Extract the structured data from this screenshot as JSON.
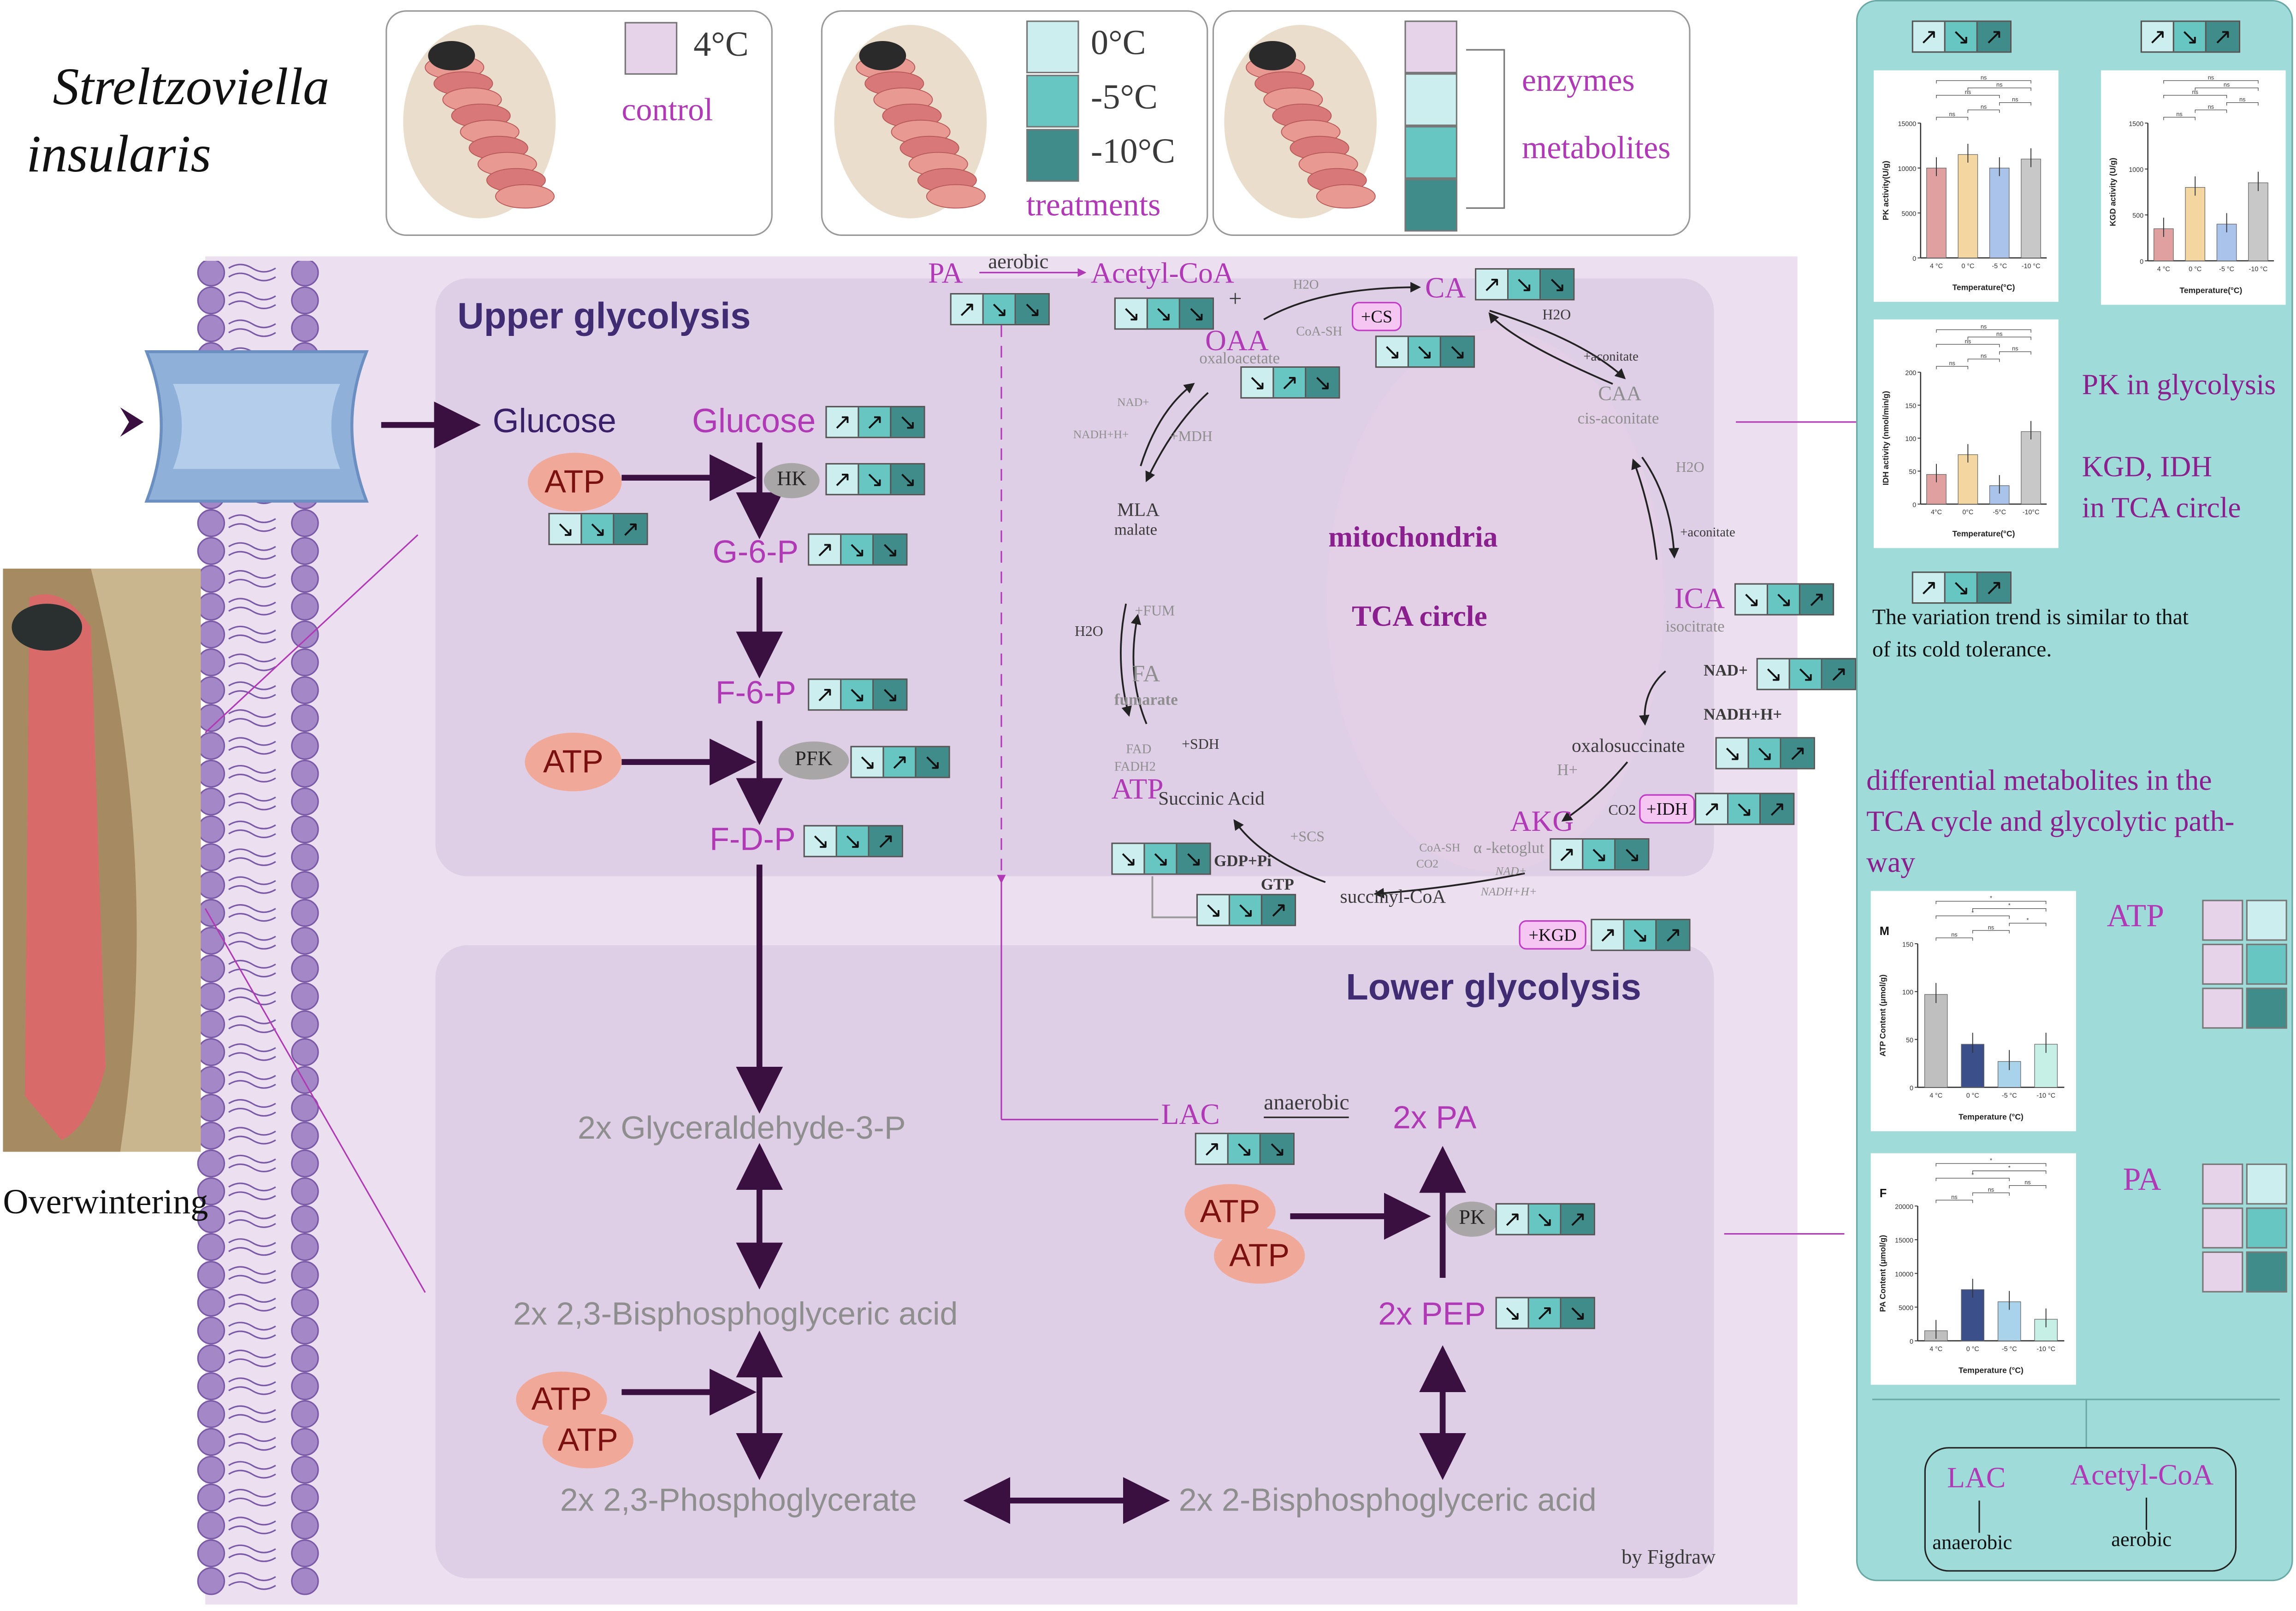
{
  "species": {
    "line1": "Streltzoviella",
    "line2": "insularis"
  },
  "legend": {
    "control_temp": "4°C",
    "control_label": "control",
    "treatments": [
      "0°C",
      "-5°C",
      "-10°C"
    ],
    "treatments_label": "treatments",
    "enzymes_label": "enzymes",
    "metabolites_label": "metabolites"
  },
  "overwintering": "Overwintering",
  "sections": {
    "upper": "Upper glycolysis",
    "lower": "Lower glycolysis",
    "mitochondria": "mitochondria",
    "tca": "TCA circle",
    "credit": "by Figdraw"
  },
  "glycolysis": {
    "glucose_out": "Glucose",
    "glucose_in": "Glucose",
    "atp": "ATP",
    "hk": "HK",
    "g6p": "G-6-P",
    "f6p": "F-6-P",
    "pfk": "PFK",
    "fdp": "F-D-P",
    "gap": "2x Glyceraldehyde-3-P",
    "bpga": "2x 2,3-Bisphosphoglyceric acid",
    "pga": "2x 2,3-Phosphoglycerate",
    "bpga2": "2x 2-Bisphosphoglyceric acid",
    "pep": "2x PEP",
    "pk": "PK",
    "pa2": "2x PA",
    "lac": "LAC",
    "anaerobic": "anaerobic"
  },
  "tca": {
    "pa": "PA",
    "aerobic": "aerobic",
    "acetyl": "Acetyl-CoA",
    "plus": "+",
    "oaa": "OAA",
    "oaa_sub": "oxaloacetate",
    "h2o": "H2O",
    "coash": "CoA-SH",
    "cs": "+CS",
    "ca": "CA",
    "aconitate": "+aconitate",
    "caa": "CAA",
    "caa_sub": "cis-aconitate",
    "aconitate2": "+aconitate",
    "ica": "ICA",
    "ica_sub": "isocitrate",
    "nad": "NAD+",
    "nadh": "NADH+H+",
    "oxalosuccinate": "oxalosuccinate",
    "hplus": "H+",
    "co2": "CO2",
    "idh": "+IDH",
    "akg": "AKG",
    "akg_sub": "α -ketoglut",
    "coash2": "CoA-SH",
    "co2b": "CO2",
    "nad2": "NAD+",
    "nadh2": "NADH+H+",
    "kgd": "+KGD",
    "succoa": "succinyl-CoA",
    "scs": "+SCS",
    "gdp": "GDP+Pi",
    "gtp": "GTP",
    "atp": "ATP",
    "succinic": "Succinic Acid",
    "fad": "FAD",
    "fadh": "FADH2",
    "sdh": "+SDH",
    "fa": "FA",
    "fa_sub": "fumarate",
    "fum": "+FUM",
    "mla": "MLA",
    "mla_sub": "malate",
    "mdh": "+MDH",
    "nad3": "NAD+",
    "nadh3": "NADH+H+"
  },
  "right_panel": {
    "note1": "PK in glycolysis",
    "note2a": "KGD, IDH",
    "note2b": "in TCA circle",
    "trend_a": "The variation trend is similar to that",
    "trend_b": "of its cold tolerance.",
    "diff_a": "differential metabolites in the",
    "diff_b": "TCA cycle and glycolytic path-",
    "diff_c": "way",
    "atp_label": "ATP",
    "pa_label": "PA",
    "lac": "LAC",
    "lac_sub": "anaerobic",
    "acetyl": "Acetyl-CoA",
    "acetyl_sub": "aerobic"
  },
  "chart_data": [
    {
      "type": "bar",
      "title": "",
      "ylabel": "PK activity(U/g)",
      "xlabel": "Temperature(°C)",
      "categories": [
        "4 °C",
        "0 °C",
        "-5 °C",
        "-10 °C"
      ],
      "values": [
        10000,
        11500,
        10000,
        11000
      ],
      "ylim": [
        0,
        15000
      ],
      "yticks": [
        "0",
        "5000",
        "10000",
        "15000"
      ],
      "colors": [
        "#e0a0a0",
        "#f4d6a0",
        "#a9c3ea",
        "#c8c8c8"
      ],
      "significance": [
        "ns",
        "ns",
        "ns",
        "ns",
        "ns",
        "ns"
      ]
    },
    {
      "type": "bar",
      "title": "",
      "ylabel": "KGD activity (U/g)",
      "xlabel": "Temperature(°C)",
      "categories": [
        "4 °C",
        "0 °C",
        "-5 °C",
        "-10 °C"
      ],
      "values": [
        350,
        800,
        400,
        850
      ],
      "ylim": [
        0,
        1500
      ],
      "yticks": [
        "0",
        "500",
        "1000",
        "1500"
      ],
      "colors": [
        "#e0a0a0",
        "#f4d6a0",
        "#a9c3ea",
        "#c8c8c8"
      ],
      "significance": [
        "ns",
        "ns",
        "ns",
        "ns",
        "ns",
        "ns"
      ]
    },
    {
      "type": "bar",
      "title": "",
      "ylabel": "IDH activity (nmol/min/g)",
      "xlabel": "Temperature(°C)",
      "categories": [
        "4°C",
        "0°C",
        "-5°C",
        "-10°C"
      ],
      "values": [
        45,
        75,
        28,
        110
      ],
      "ylim": [
        0,
        200
      ],
      "yticks": [
        "0",
        "50",
        "100",
        "150",
        "200"
      ],
      "colors": [
        "#e0a0a0",
        "#f4d6a0",
        "#a9c3ea",
        "#c8c8c8"
      ],
      "significance": [
        "ns",
        "ns",
        "ns",
        "ns",
        "ns",
        "ns"
      ]
    },
    {
      "type": "bar",
      "title": "M",
      "ylabel": "ATP Content (μmol/g)",
      "xlabel": "Temperature (°C)",
      "categories": [
        "4 °C",
        "0 °C",
        "-5 °C",
        "-10 °C"
      ],
      "values": [
        97,
        45,
        27,
        45
      ],
      "ylim": [
        0,
        150
      ],
      "yticks": [
        "0",
        "50",
        "100",
        "150"
      ],
      "colors": [
        "#bfbfbf",
        "#3b4f8a",
        "#a9d3ea",
        "#c6f0e6"
      ],
      "significance": [
        "ns",
        "ns",
        "*",
        "*",
        "*",
        "*"
      ]
    },
    {
      "type": "bar",
      "title": "F",
      "ylabel": "PA Content (μmol/g)",
      "xlabel": "Temperature (°C)",
      "categories": [
        "4 °C",
        "0 °C",
        "-5 °C",
        "-10 °C"
      ],
      "values": [
        1500,
        7600,
        5800,
        3200
      ],
      "ylim": [
        0,
        20000
      ],
      "yticks": [
        "0",
        "5000",
        "10000",
        "15000",
        "20000"
      ],
      "colors": [
        "#bfbfbf",
        "#3b4f8a",
        "#a9d3ea",
        "#c6f0e6"
      ],
      "significance": [
        "ns",
        "ns",
        "ns",
        "*",
        "*",
        "*"
      ]
    }
  ]
}
